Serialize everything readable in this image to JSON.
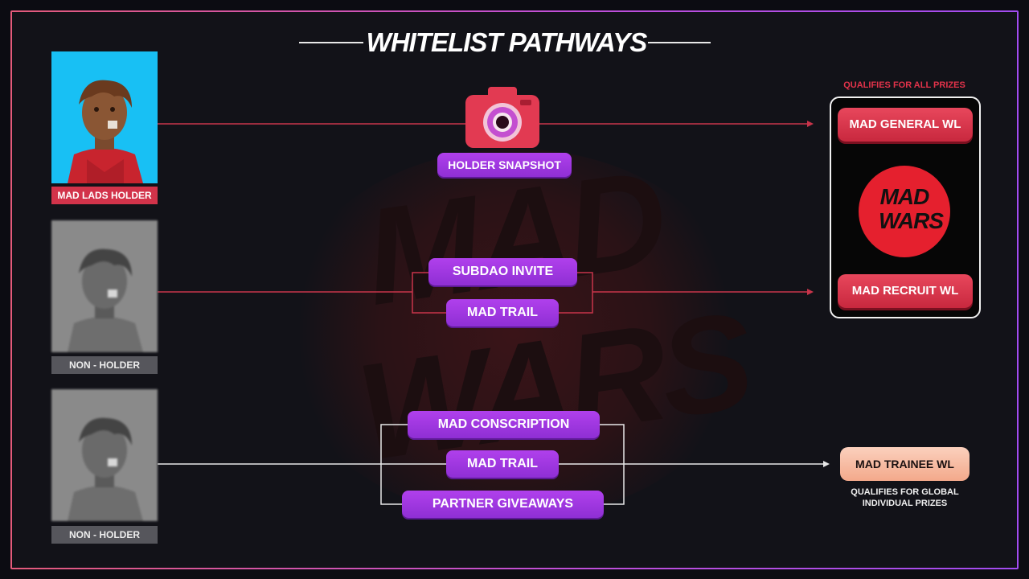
{
  "title": "WHITELIST PATHWAYS",
  "background_watermark": [
    "MAD",
    "WARS"
  ],
  "avatars": [
    {
      "label": "MAD LADS HOLDER",
      "style": "color"
    },
    {
      "label": "NON - HOLDER",
      "style": "gray"
    },
    {
      "label": "NON - HOLDER",
      "style": "gray"
    }
  ],
  "row1": {
    "method": "HOLDER SNAPSHOT",
    "icon": "camera-icon"
  },
  "row2": {
    "methods": [
      "SUBDAO INVITE",
      "MAD TRAIL"
    ]
  },
  "row3": {
    "methods": [
      "MAD CONSCRIPTION",
      "MAD TRAIL",
      "PARTNER GIVEAWAYS"
    ]
  },
  "prize_box": {
    "caption": "QUALIFIES FOR ALL PRIZES",
    "general": "MAD GENERAL WL",
    "recruit": "MAD RECRUIT WL",
    "logo": [
      "MAD",
      "WARS"
    ]
  },
  "trainee": {
    "label": "MAD TRAINEE WL",
    "caption_line1": "QUALIFIES FOR GLOBAL",
    "caption_line2": "INDIVIDUAL PRIZES"
  },
  "colors": {
    "accent_purple": "#a23be6",
    "accent_red": "#d6324a",
    "caption_red": "#e2334a",
    "border_gradient_start": "#e35a7a",
    "border_gradient_end": "#a24cf0"
  }
}
